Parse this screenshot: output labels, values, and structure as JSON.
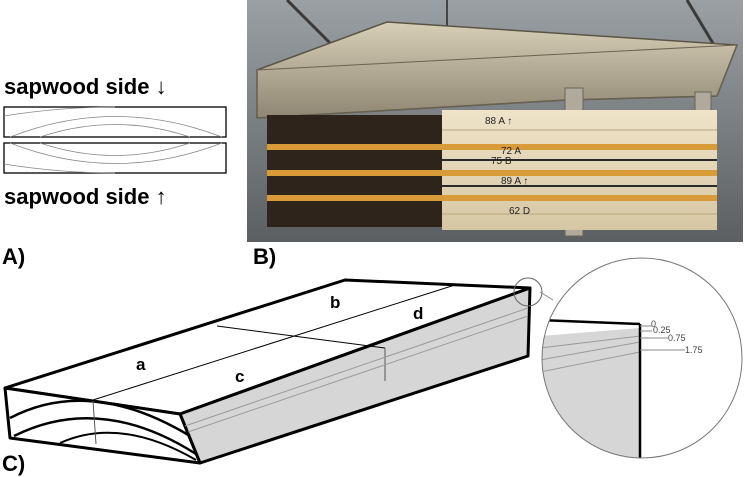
{
  "panel_a": {
    "top_label": "sapwood side ↓",
    "bottom_label": "sapwood side ↑",
    "letter": "A)"
  },
  "panel_b": {
    "letter": "B)",
    "board_labels": [
      "88 A ↑",
      "72 A",
      "75 B",
      "89 A ↑",
      "62 D"
    ]
  },
  "panel_c": {
    "letter": "C)",
    "zone_labels": {
      "a": "a",
      "b": "b",
      "c": "c",
      "d": "d"
    },
    "depth_ticks": [
      "0",
      "0.25",
      "0.75",
      "1.75"
    ]
  }
}
